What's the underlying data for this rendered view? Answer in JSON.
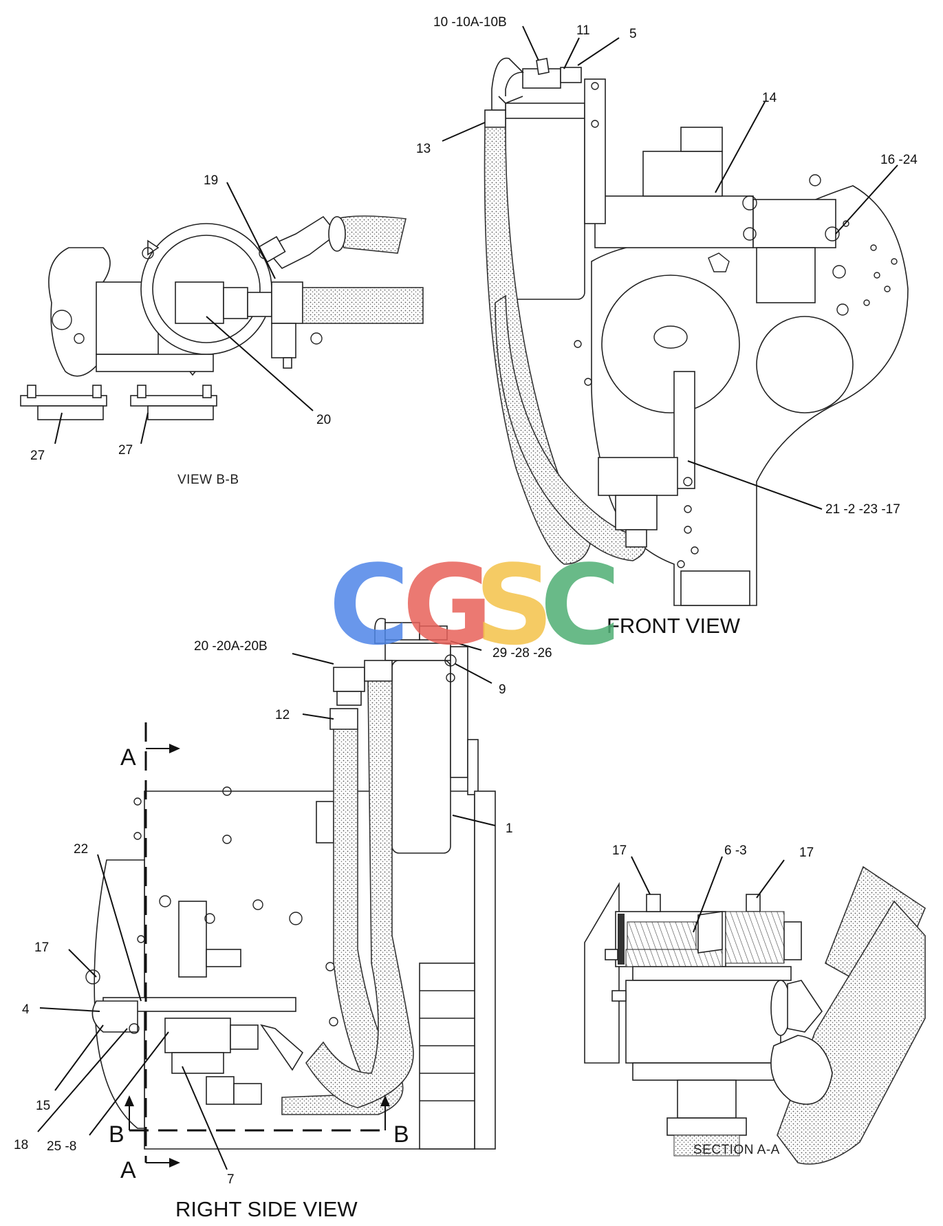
{
  "watermark": {
    "letters": [
      "C",
      "G",
      "S",
      "C"
    ],
    "colors": [
      "#4f86e8",
      "#e8625a",
      "#f4c24a",
      "#4fae74"
    ]
  },
  "views": {
    "view_bb": "VIEW B-B",
    "front": "FRONT VIEW",
    "right_side": "RIGHT SIDE VIEW",
    "section_aa": "SECTION A-A"
  },
  "section_markers": {
    "a": "A",
    "b": "B"
  },
  "callouts": {
    "c10": "10 -10A-10B",
    "c11": "11",
    "c5": "5",
    "c13": "13",
    "c14": "14",
    "c16": "16 -24",
    "c19": "19",
    "c20_bb": "20",
    "c27a": "27",
    "c27b": "27",
    "c21": "21 -2 -23 -17",
    "c20_rs": "20 -20A-20B",
    "c29": "29 -28 -26",
    "c9": "9",
    "c12": "12",
    "c1": "1",
    "c22": "22",
    "c17_rs": "17",
    "c4": "4",
    "c15": "15",
    "c18": "18",
    "c25": "25 -8",
    "c7": "7",
    "c17_sa": "17",
    "c6": "6 -3",
    "c17_sb": "17"
  }
}
